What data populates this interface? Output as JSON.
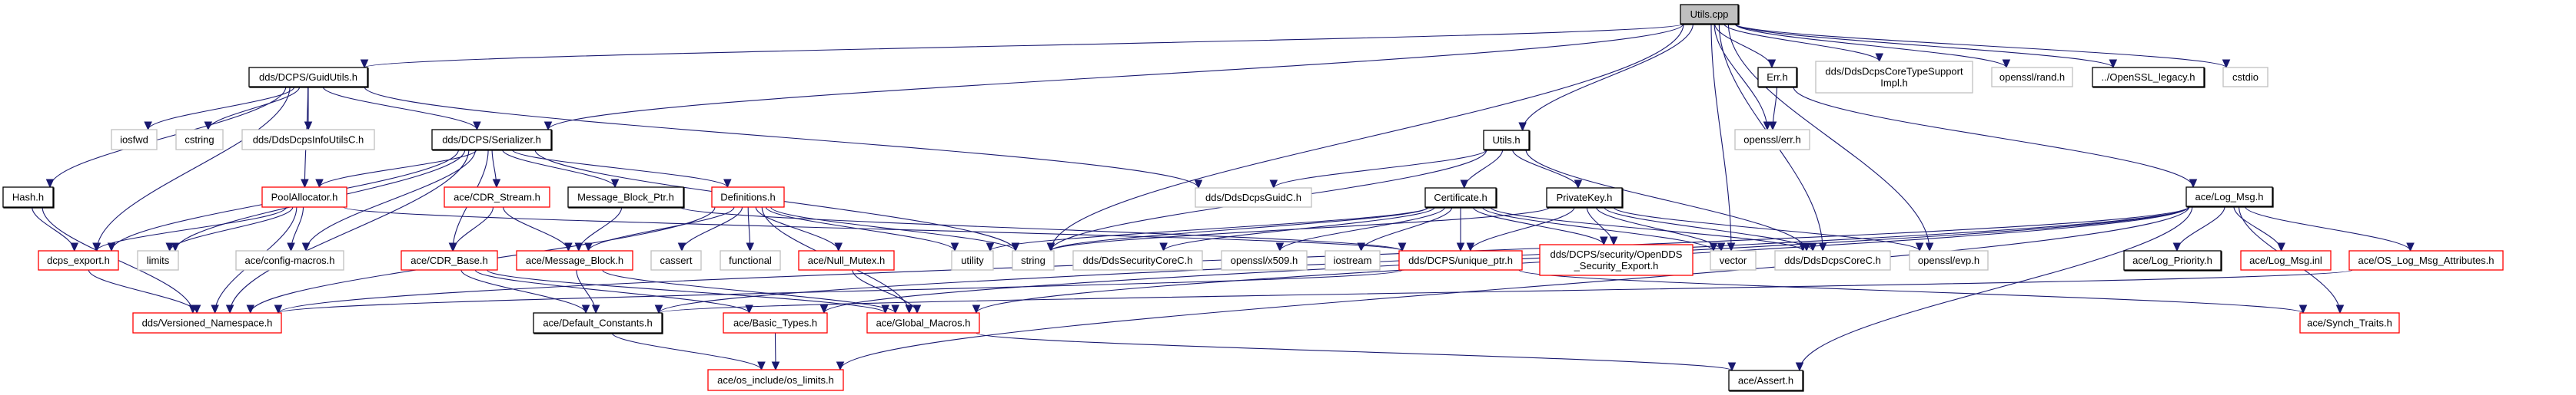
{
  "diagram": {
    "kind": "include-dependency-graph",
    "colors": {
      "edge": "#191970",
      "root_fill": "#bfbfbf",
      "truncated_border": "#ff0000",
      "external_border": "#bfbfbf",
      "documented_border": "#000000"
    },
    "nodes": [
      {
        "id": "utils_cpp",
        "label": [
          "Utils.cpp"
        ],
        "style": "root"
      },
      {
        "id": "guidutils",
        "label": [
          "dds/DCPS/GuidUtils.h"
        ],
        "style": "doc"
      },
      {
        "id": "err_h",
        "label": [
          "Err.h"
        ],
        "style": "doc"
      },
      {
        "id": "coretypesupport",
        "label": [
          "dds/DdsDcpsCoreTypeSupport",
          "Impl.h"
        ],
        "style": "ext"
      },
      {
        "id": "rand_h",
        "label": [
          "openssl/rand.h"
        ],
        "style": "ext"
      },
      {
        "id": "ossl_legacy",
        "label": [
          "../OpenSSL_legacy.h"
        ],
        "style": "doc"
      },
      {
        "id": "cstdio",
        "label": [
          "cstdio"
        ],
        "style": "ext"
      },
      {
        "id": "iosfwd",
        "label": [
          "iosfwd"
        ],
        "style": "ext"
      },
      {
        "id": "cstring",
        "label": [
          "cstring"
        ],
        "style": "ext"
      },
      {
        "id": "infoutilsc",
        "label": [
          "dds/DdsDcpsInfoUtilsC.h"
        ],
        "style": "ext"
      },
      {
        "id": "serializer",
        "label": [
          "dds/DCPS/Serializer.h"
        ],
        "style": "doc"
      },
      {
        "id": "utils_h",
        "label": [
          "Utils.h"
        ],
        "style": "doc"
      },
      {
        "id": "openssl_err",
        "label": [
          "openssl/err.h"
        ],
        "style": "ext"
      },
      {
        "id": "hash_h",
        "label": [
          "Hash.h"
        ],
        "style": "doc"
      },
      {
        "id": "poolalloc",
        "label": [
          "PoolAllocator.h"
        ],
        "style": "trunc"
      },
      {
        "id": "cdr_stream",
        "label": [
          "ace/CDR_Stream.h"
        ],
        "style": "trunc"
      },
      {
        "id": "mb_ptr",
        "label": [
          "Message_Block_Ptr.h"
        ],
        "style": "doc"
      },
      {
        "id": "definitions",
        "label": [
          "Definitions.h"
        ],
        "style": "trunc"
      },
      {
        "id": "guidc",
        "label": [
          "dds/DdsDcpsGuidC.h"
        ],
        "style": "ext"
      },
      {
        "id": "certificate",
        "label": [
          "Certificate.h"
        ],
        "style": "doc"
      },
      {
        "id": "privatekey",
        "label": [
          "PrivateKey.h"
        ],
        "style": "doc"
      },
      {
        "id": "log_msg",
        "label": [
          "ace/Log_Msg.h"
        ],
        "style": "doc"
      },
      {
        "id": "dcps_export",
        "label": [
          "dcps_export.h"
        ],
        "style": "trunc"
      },
      {
        "id": "limits",
        "label": [
          "limits"
        ],
        "style": "ext"
      },
      {
        "id": "config_macros",
        "label": [
          "ace/config-macros.h"
        ],
        "style": "ext"
      },
      {
        "id": "cdr_base",
        "label": [
          "ace/CDR_Base.h"
        ],
        "style": "trunc"
      },
      {
        "id": "message_block",
        "label": [
          "ace/Message_Block.h"
        ],
        "style": "trunc"
      },
      {
        "id": "cassert",
        "label": [
          "cassert"
        ],
        "style": "ext"
      },
      {
        "id": "functional",
        "label": [
          "functional"
        ],
        "style": "ext"
      },
      {
        "id": "null_mutex",
        "label": [
          "ace/Null_Mutex.h"
        ],
        "style": "trunc"
      },
      {
        "id": "utility",
        "label": [
          "utility"
        ],
        "style": "ext"
      },
      {
        "id": "string",
        "label": [
          "string"
        ],
        "style": "ext"
      },
      {
        "id": "securitycorec",
        "label": [
          "dds/DdsSecurityCoreC.h"
        ],
        "style": "ext"
      },
      {
        "id": "x509",
        "label": [
          "openssl/x509.h"
        ],
        "style": "ext"
      },
      {
        "id": "iostream",
        "label": [
          "iostream"
        ],
        "style": "ext"
      },
      {
        "id": "unique_ptr",
        "label": [
          "dds/DCPS/unique_ptr.h"
        ],
        "style": "trunc"
      },
      {
        "id": "sec_export",
        "label": [
          "dds/DCPS/security/OpenDDS",
          "_Security_Export.h"
        ],
        "style": "trunc"
      },
      {
        "id": "vector",
        "label": [
          "vector"
        ],
        "style": "ext"
      },
      {
        "id": "corec",
        "label": [
          "dds/DdsDcpsCoreC.h"
        ],
        "style": "ext"
      },
      {
        "id": "evp",
        "label": [
          "openssl/evp.h"
        ],
        "style": "ext"
      },
      {
        "id": "log_priority",
        "label": [
          "ace/Log_Priority.h"
        ],
        "style": "doc"
      },
      {
        "id": "log_msg_inl",
        "label": [
          "ace/Log_Msg.inl"
        ],
        "style": "trunc"
      },
      {
        "id": "os_log_attr",
        "label": [
          "ace/OS_Log_Msg_Attributes.h"
        ],
        "style": "trunc"
      },
      {
        "id": "versioned_ns",
        "label": [
          "dds/Versioned_Namespace.h"
        ],
        "style": "trunc"
      },
      {
        "id": "default_consts",
        "label": [
          "ace/Default_Constants.h"
        ],
        "style": "doc"
      },
      {
        "id": "basic_types",
        "label": [
          "ace/Basic_Types.h"
        ],
        "style": "trunc"
      },
      {
        "id": "global_macros",
        "label": [
          "ace/Global_Macros.h"
        ],
        "style": "trunc"
      },
      {
        "id": "synch_traits",
        "label": [
          "ace/Synch_Traits.h"
        ],
        "style": "trunc"
      },
      {
        "id": "os_limits",
        "label": [
          "ace/os_include/os_limits.h"
        ],
        "style": "trunc"
      },
      {
        "id": "assert_h",
        "label": [
          "ace/Assert.h"
        ],
        "style": "doc"
      }
    ],
    "edges": [
      [
        "utils_cpp",
        "guidutils"
      ],
      [
        "utils_cpp",
        "serializer"
      ],
      [
        "utils_cpp",
        "utils_h"
      ],
      [
        "utils_cpp",
        "err_h"
      ],
      [
        "utils_cpp",
        "coretypesupport"
      ],
      [
        "utils_cpp",
        "rand_h"
      ],
      [
        "utils_cpp",
        "ossl_legacy"
      ],
      [
        "utils_cpp",
        "cstdio"
      ],
      [
        "utils_cpp",
        "openssl_err"
      ],
      [
        "utils_cpp",
        "string"
      ],
      [
        "utils_cpp",
        "vector"
      ],
      [
        "utils_cpp",
        "evp"
      ],
      [
        "utils_cpp",
        "corec"
      ],
      [
        "guidutils",
        "hash_h"
      ],
      [
        "guidutils",
        "dcps_export"
      ],
      [
        "guidutils",
        "iosfwd"
      ],
      [
        "guidutils",
        "cstring"
      ],
      [
        "guidutils",
        "infoutilsc"
      ],
      [
        "guidutils",
        "poolalloc"
      ],
      [
        "guidutils",
        "serializer"
      ],
      [
        "guidutils",
        "guidc"
      ],
      [
        "err_h",
        "openssl_err"
      ],
      [
        "err_h",
        "log_msg"
      ],
      [
        "serializer",
        "dcps_export"
      ],
      [
        "serializer",
        "poolalloc"
      ],
      [
        "serializer",
        "cdr_stream"
      ],
      [
        "serializer",
        "mb_ptr"
      ],
      [
        "serializer",
        "definitions"
      ],
      [
        "serializer",
        "limits"
      ],
      [
        "serializer",
        "config_macros"
      ],
      [
        "serializer",
        "cdr_base"
      ],
      [
        "serializer",
        "string"
      ],
      [
        "serializer",
        "versioned_ns"
      ],
      [
        "utils_h",
        "guidc"
      ],
      [
        "utils_h",
        "certificate"
      ],
      [
        "utils_h",
        "privatekey"
      ],
      [
        "utils_h",
        "string"
      ],
      [
        "utils_h",
        "corec"
      ],
      [
        "hash_h",
        "dcps_export"
      ],
      [
        "hash_h",
        "versioned_ns"
      ],
      [
        "poolalloc",
        "limits"
      ],
      [
        "poolalloc",
        "versioned_ns"
      ],
      [
        "poolalloc",
        "config_macros"
      ],
      [
        "poolalloc",
        "dcps_export"
      ],
      [
        "poolalloc",
        "unique_ptr"
      ],
      [
        "cdr_stream",
        "cdr_base"
      ],
      [
        "cdr_stream",
        "message_block"
      ],
      [
        "mb_ptr",
        "message_block"
      ],
      [
        "mb_ptr",
        "unique_ptr"
      ],
      [
        "definitions",
        "message_block"
      ],
      [
        "definitions",
        "cassert"
      ],
      [
        "definitions",
        "functional"
      ],
      [
        "definitions",
        "null_mutex"
      ],
      [
        "definitions",
        "utility"
      ],
      [
        "definitions",
        "string"
      ],
      [
        "definitions",
        "global_macros"
      ],
      [
        "definitions",
        "versioned_ns"
      ],
      [
        "certificate",
        "string"
      ],
      [
        "certificate",
        "securitycorec"
      ],
      [
        "certificate",
        "x509"
      ],
      [
        "certificate",
        "iostream"
      ],
      [
        "certificate",
        "unique_ptr"
      ],
      [
        "certificate",
        "sec_export"
      ],
      [
        "certificate",
        "vector"
      ],
      [
        "certificate",
        "corec"
      ],
      [
        "certificate",
        "utility"
      ],
      [
        "privatekey",
        "unique_ptr"
      ],
      [
        "privatekey",
        "sec_export"
      ],
      [
        "privatekey",
        "vector"
      ],
      [
        "privatekey",
        "corec"
      ],
      [
        "privatekey",
        "evp"
      ],
      [
        "privatekey",
        "string"
      ],
      [
        "log_msg",
        "log_priority"
      ],
      [
        "log_msg",
        "log_msg_inl"
      ],
      [
        "log_msg",
        "os_log_attr"
      ],
      [
        "log_msg",
        "synch_traits"
      ],
      [
        "log_msg",
        "global_macros"
      ],
      [
        "log_msg",
        "default_consts"
      ],
      [
        "log_msg",
        "basic_types"
      ],
      [
        "log_msg",
        "os_limits"
      ],
      [
        "log_msg",
        "assert_h"
      ],
      [
        "log_msg",
        "versioned_ns"
      ],
      [
        "dcps_export",
        "versioned_ns"
      ],
      [
        "cdr_base",
        "basic_types"
      ],
      [
        "cdr_base",
        "default_consts"
      ],
      [
        "cdr_base",
        "global_macros"
      ],
      [
        "message_block",
        "default_consts"
      ],
      [
        "message_block",
        "global_macros"
      ],
      [
        "null_mutex",
        "global_macros"
      ],
      [
        "unique_ptr",
        "versioned_ns"
      ],
      [
        "unique_ptr",
        "synch_traits"
      ],
      [
        "os_log_attr",
        "default_consts"
      ],
      [
        "default_consts",
        "os_limits"
      ],
      [
        "basic_types",
        "os_limits"
      ],
      [
        "global_macros",
        "assert_h"
      ]
    ]
  }
}
